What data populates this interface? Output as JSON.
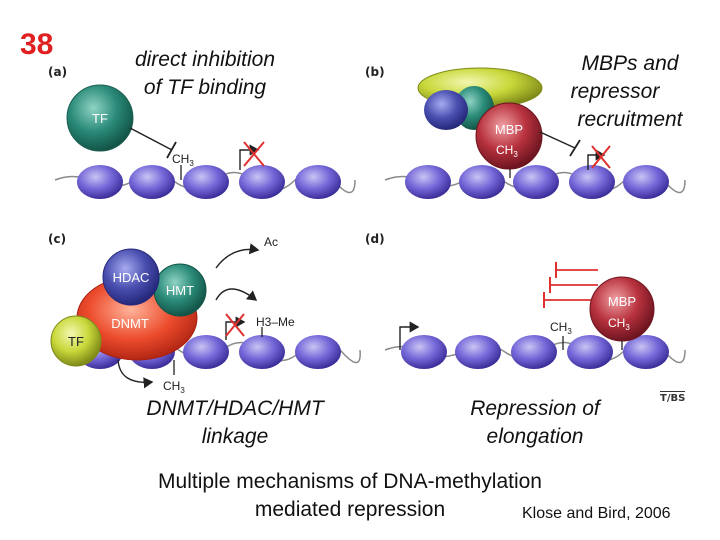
{
  "slide_number": "38",
  "panels": {
    "a": {
      "letter": "(a)",
      "caption_line1": "direct inhibition",
      "caption_line2": "of TF binding",
      "tf_label": "TF",
      "ch3_label": "CH"
    },
    "b": {
      "letter": "(b)",
      "caption_line1": "MBPs and",
      "caption_line2": "repressor",
      "caption_line3": "recruitment",
      "mbp_label": "MBP",
      "ch3_label": "CH"
    },
    "c": {
      "letter": "(c)",
      "caption_line1": "DNMT/HDAC/HMT",
      "caption_line2": "linkage",
      "hdac_label": "HDAC",
      "hmt_label": "HMT",
      "dnmt_label": "DNMT",
      "tf_label": "TF",
      "ac_label": "Ac",
      "h3me_label": "H3–Me",
      "ch3_label": "CH"
    },
    "d": {
      "letter": "(d)",
      "caption_line1": "Repression of",
      "caption_line2": "elongation",
      "mbp_label": "MBP",
      "ch3_label": "CH"
    }
  },
  "subscript_3": "3",
  "journal_mark": "T/BS",
  "main_caption_line1": "Multiple mechanisms of DNA-methylation",
  "main_caption_line2": "mediated repression",
  "citation": "Klose and Bird, 2006",
  "colors": {
    "nucleosome": "#6a5ed0",
    "tf_teal": "#2a8a78",
    "mbp_red": "#b8323e",
    "hdac_blue": "#4a4fb0",
    "dnmt_red": "#e8452a",
    "tf_green": "#c8d83a",
    "title_red": "#e02020",
    "repress_red": "#e03030"
  }
}
